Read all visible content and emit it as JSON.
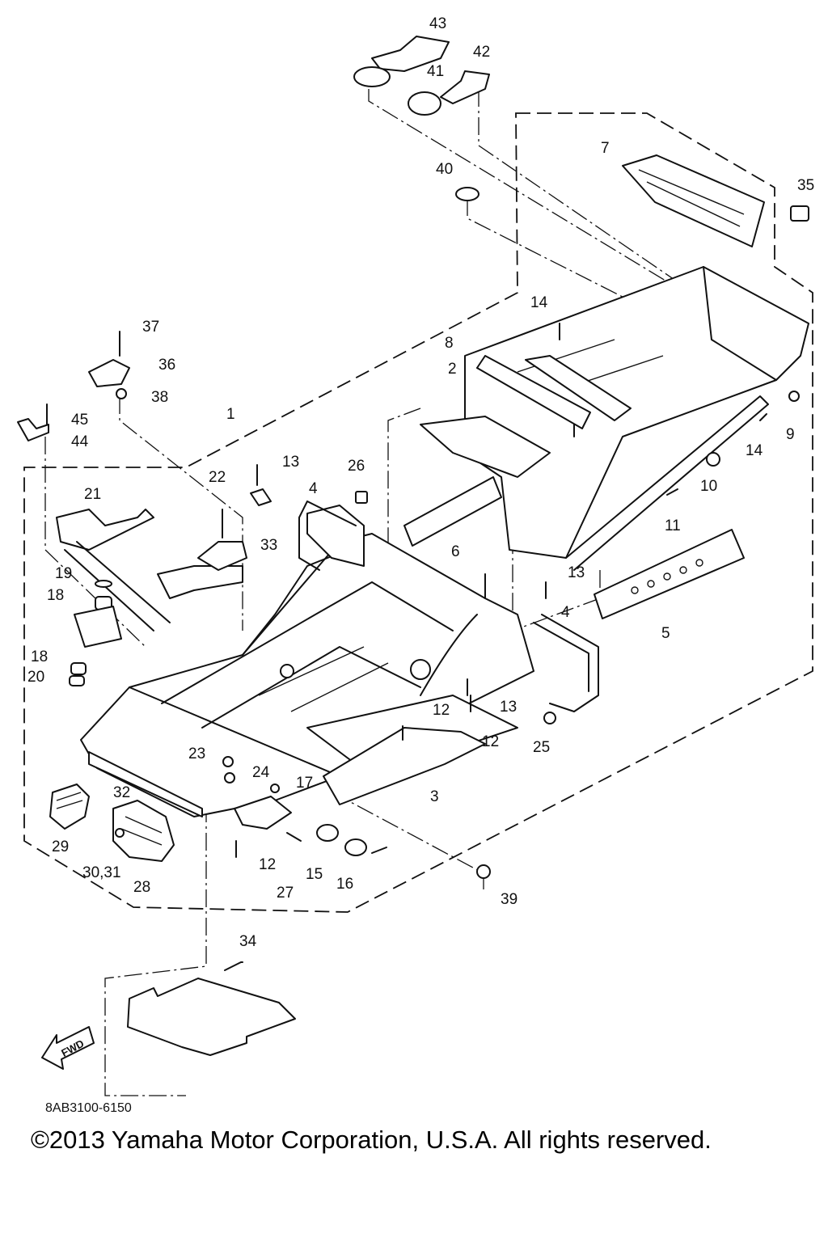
{
  "diagram": {
    "callouts": [
      "43",
      "42",
      "41",
      "7",
      "40",
      "35",
      "37",
      "36",
      "38",
      "45",
      "44",
      "14",
      "8",
      "2",
      "9",
      "14",
      "1",
      "13",
      "22",
      "26",
      "4",
      "10",
      "11",
      "21",
      "33",
      "19",
      "18",
      "13",
      "6",
      "4",
      "18",
      "20",
      "5",
      "12",
      "13",
      "12",
      "25",
      "23",
      "24",
      "17",
      "3",
      "32",
      "29",
      "30,31",
      "28",
      "12",
      "27",
      "15",
      "16",
      "39",
      "34"
    ],
    "fwd_arrow_text": "FWD",
    "drawing_code": "8AB3100-6150",
    "copyright": "©2013 Yamaha Motor Corporation, U.S.A. All rights reserved."
  }
}
